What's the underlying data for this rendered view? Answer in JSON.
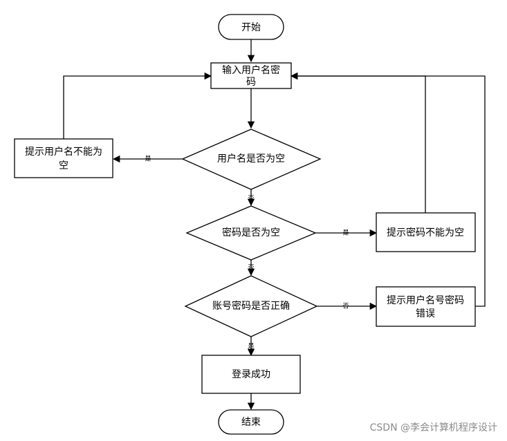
{
  "nodes": {
    "start": "开始",
    "input": [
      "输入用户名密",
      "码"
    ],
    "check_user_empty": "用户名是否为空",
    "prompt_user_empty": [
      "提示用户名不能为",
      "空"
    ],
    "check_pwd_empty": "密码是否为空",
    "prompt_pwd_empty": "提示密码不能为空",
    "check_correct": "账号密码是否正确",
    "prompt_wrong": [
      "提示用户名号密码",
      "错误"
    ],
    "login_success": "登录成功",
    "end": "结束"
  },
  "edge_labels": {
    "user_empty_yes": "是",
    "user_empty_no": "否",
    "pwd_empty_yes": "是",
    "pwd_empty_no": "否",
    "correct_no": "否",
    "correct_yes": "是"
  },
  "watermark": "CSDN @李会计算机程序设计"
}
